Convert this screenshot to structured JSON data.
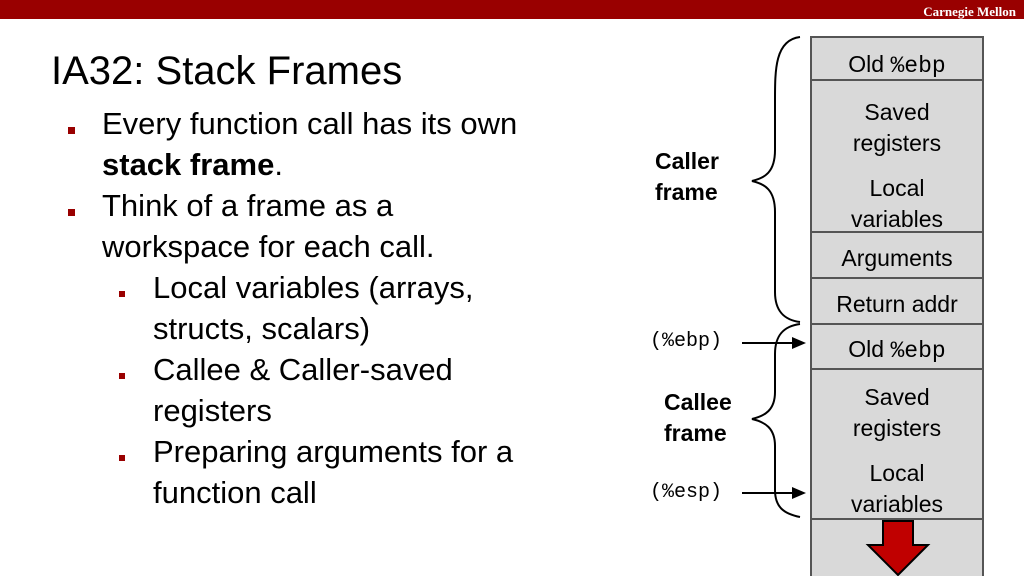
{
  "header": {
    "brand": "Carnegie Mellon"
  },
  "slide": {
    "title": "IA32: Stack Frames",
    "bullets": [
      {
        "pre": "Every function call has its own",
        "bold": "stack frame",
        "post": "."
      },
      {
        "line1": "Think of a frame as a",
        "line2": "workspace for each call."
      }
    ],
    "subbullets": [
      {
        "line1": "Local variables (arrays,",
        "line2": "structs, scalars)"
      },
      {
        "line1": "Callee & Caller-saved",
        "line2": "registers"
      },
      {
        "line1": "Preparing arguments for a",
        "line2": "function call"
      }
    ]
  },
  "diagram": {
    "cells": {
      "old_ebp_top": {
        "word": "Old",
        "reg": "%ebp"
      },
      "saved_registers_top": {
        "line1": "Saved",
        "line2": "registers"
      },
      "local_variables_top": {
        "line1": "Local",
        "line2": "variables"
      },
      "arguments": "Arguments",
      "return_addr": "Return addr",
      "old_ebp_bottom": {
        "word": "Old",
        "reg": "%ebp"
      },
      "saved_registers_bottom": {
        "line1": "Saved",
        "line2": "registers"
      },
      "local_variables_bottom": {
        "line1": "Local",
        "line2": "variables"
      }
    },
    "caller_frame": {
      "line1": "Caller",
      "line2": "frame"
    },
    "callee_frame": {
      "line1": "Callee",
      "line2": "frame"
    },
    "ebp_pointer": "(%ebp)",
    "esp_pointer": "(%esp)",
    "colors": {
      "accent": "#990000",
      "cell_fill": "#d9d9d9",
      "arrow_fill": "#c00000"
    }
  }
}
